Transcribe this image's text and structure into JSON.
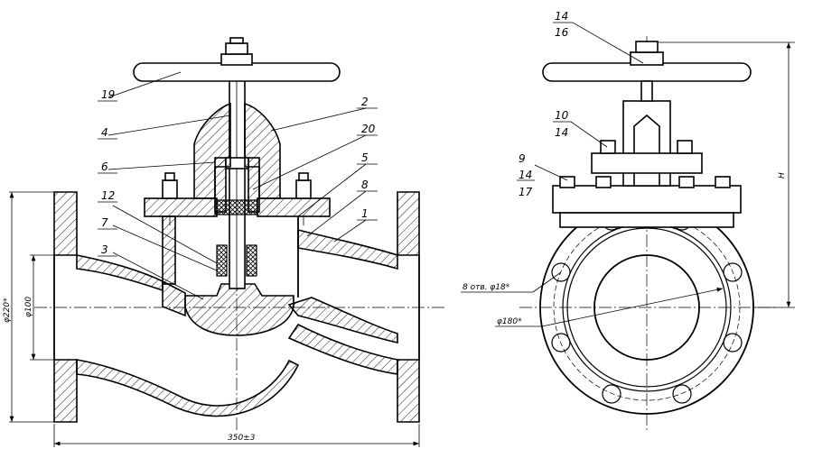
{
  "drawing": {
    "type": "engineering_drawing",
    "subject": "globe valve assembly",
    "views": [
      "section-view",
      "side-view"
    ]
  },
  "callouts": {
    "c19": "19",
    "c4": "4",
    "c6": "6",
    "c12": "12",
    "c7": "7",
    "c3": "3",
    "c2": "2",
    "c20": "20",
    "c5": "5",
    "c8": "8",
    "c1": "1",
    "c14a": "14",
    "c16": "16",
    "c10": "10",
    "c14b": "14",
    "c9": "9",
    "c14c": "14",
    "c17": "17"
  },
  "dimensions": {
    "outer_diameter": "φ220*",
    "bore_diameter": "φ100",
    "length": "350±3",
    "holes": "8  отв.  φ18*",
    "bolt_circle": "φ180*",
    "height": "H"
  },
  "colors": {
    "line": "#000000",
    "background": "#ffffff"
  }
}
